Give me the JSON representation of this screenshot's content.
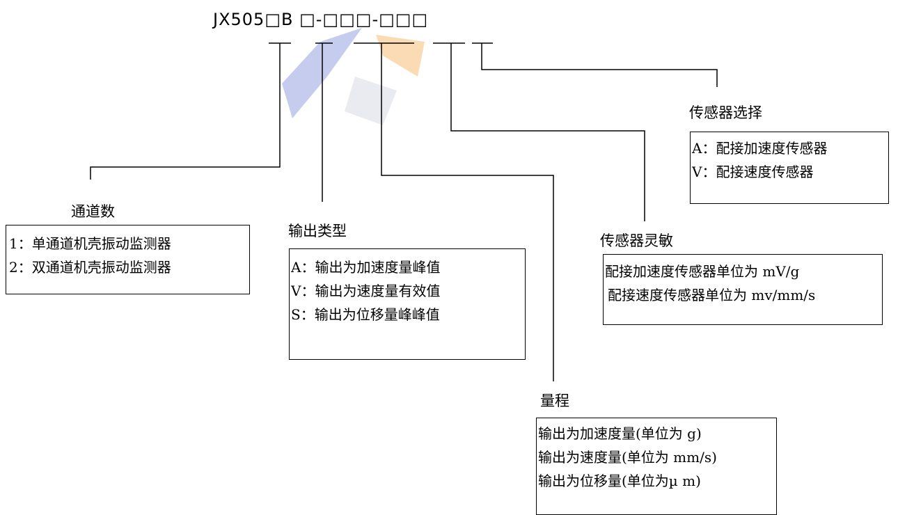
{
  "model_code": "JX505□B □-□□□-□□□",
  "channels": {
    "title": "通道数",
    "items": [
      "1：单通道机壳振动监测器",
      "2：双通道机壳振动监测器"
    ]
  },
  "output_type": {
    "title": "输出类型",
    "items": [
      "A：输出为加速度量峰值",
      "V：输出为速度量有效值",
      "S：输出为位移量峰峰值"
    ]
  },
  "range": {
    "title": "量程",
    "items": [
      "输出为加速度量(单位为 g)",
      "输出为速度量(单位为 mm/s)",
      "输出为位移量(单位为µ m)"
    ]
  },
  "sensitivity": {
    "title": "传感器灵敏",
    "items": [
      "配接加速度传感器单位为 mV/g",
      "配接速度传感器单位为 mv/mm/s"
    ]
  },
  "sensor_select": {
    "title": "传感器选择",
    "items": [
      "A：配接加速度传感器",
      "V：配接速度传感器"
    ]
  },
  "watermark_colors": {
    "blue": "#3b55c8",
    "orange": "#f2a23a"
  }
}
